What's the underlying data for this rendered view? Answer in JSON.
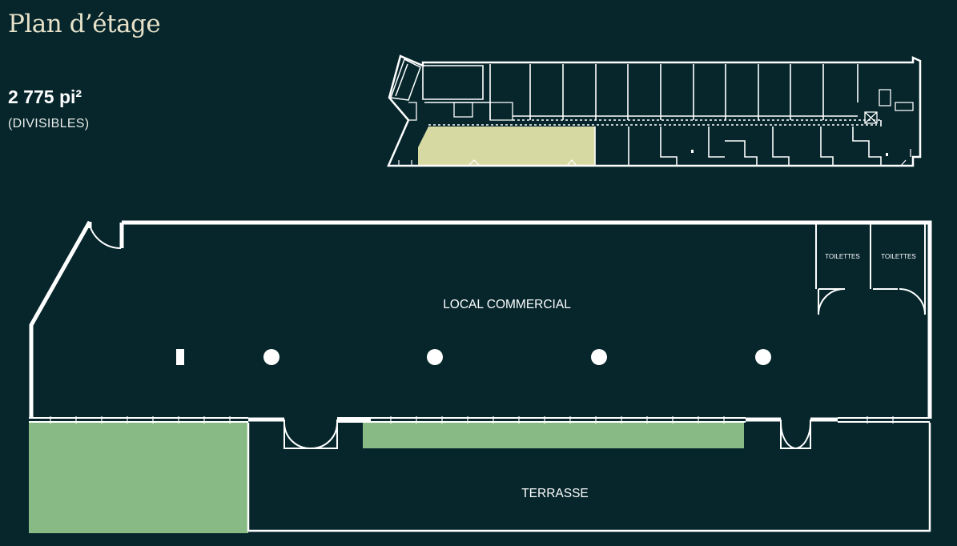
{
  "header": {
    "title": "Plan d’étage",
    "area": "2 775 pi²",
    "area_note": "(DIVISIBLES)"
  },
  "plan": {
    "labels": {
      "main_space": "LOCAL COMMERCIAL",
      "terrace": "TERRASSE",
      "restroom_1": "TOILETTES",
      "restroom_2": "TOILETTES"
    }
  },
  "colors": {
    "background": "#06262c",
    "walls": "#ffffff",
    "highlight_key_plan": "#d7d9a3",
    "landscaping": "#88ba86",
    "title": "#e7e2c9"
  }
}
